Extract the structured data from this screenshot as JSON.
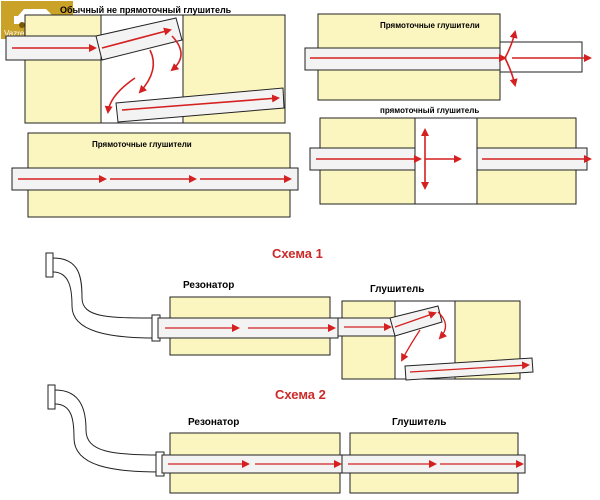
{
  "watermark": {
    "text": "Vazremont.com"
  },
  "labels": {
    "ordinary_muffler": "Обычный не прямоточный глушитель",
    "straight_through_1": "Прямоточные глушители",
    "straight_through_2": "Прямоточные глушители",
    "straight_through_single": "прямоточный глушитель"
  },
  "schemes": [
    {
      "title": "Схема 1",
      "resonator": "Резонатор",
      "muffler": "Глушитель"
    },
    {
      "title": "Схема 2",
      "resonator": "Резонатор",
      "muffler": "Глушитель"
    }
  ],
  "colors": {
    "chamber": "#fbf5c0",
    "outline": "#222222",
    "arrow": "#d42020",
    "schema_title": "#cc2a2a",
    "pipe": "#f3f3f3"
  }
}
